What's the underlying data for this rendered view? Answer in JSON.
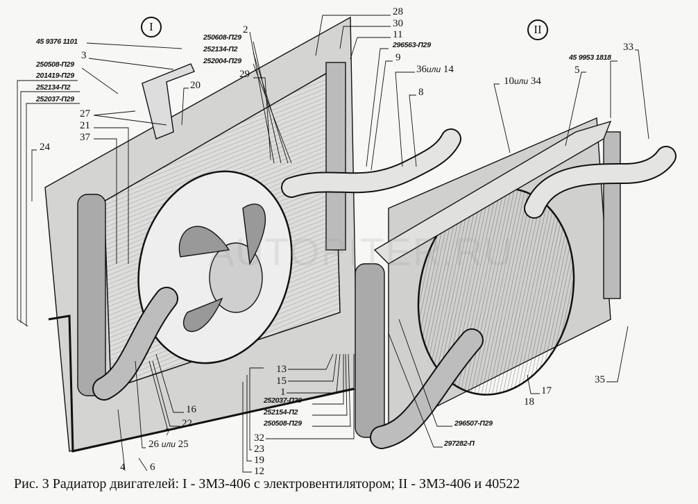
{
  "figure": {
    "caption": "Рис. 3   Радиатор двигателей: I - ЗМЗ-406 с электровентилятором; II - ЗМЗ-406 и 40522",
    "watermark": "AUTOPITER.RU",
    "section_i": "I",
    "section_ii": "II"
  },
  "labels_i": {
    "bolt": "45 9376 1101",
    "n3": "3",
    "p250508a": "250508-П29",
    "p201419": "201419-П29",
    "p252134a": "252134-П2",
    "p252037a": "252037-П29",
    "n27": "27",
    "n21": "21",
    "n37": "37",
    "n24": "24",
    "n20": "20",
    "n2": "2",
    "p250608": "250608-П29",
    "p252134b": "252134-П2",
    "p252004": "252004-П29",
    "n29": "29",
    "n28": "28",
    "n30": "30",
    "n11": "11",
    "p296563": "296563-П29",
    "n9": "9",
    "n36": "36",
    "ili": "или",
    "n14": "14",
    "n8": "8",
    "n16": "16",
    "n22": "22",
    "n7": "7",
    "n26": "26",
    "n25": "25",
    "n4": "4",
    "n6": "6",
    "n13": "13",
    "n15": "15",
    "n1": "1",
    "p252037b": "252037-П29",
    "p252154": "252154-П2",
    "p250508b": "250508-П29",
    "n32": "32",
    "n23": "23",
    "n19": "19",
    "n12": "12"
  },
  "labels_ii": {
    "n10": "10",
    "n34": "34",
    "n5": "5",
    "p459953": "45 9953 1818",
    "n33": "33",
    "p296507": "296507-П29",
    "p297282": "297282-П",
    "n17": "17",
    "n18": "18",
    "n35": "35"
  },
  "colors": {
    "ink": "#111111",
    "paper": "#f7f7f5",
    "shade": "#bdbdbd"
  }
}
